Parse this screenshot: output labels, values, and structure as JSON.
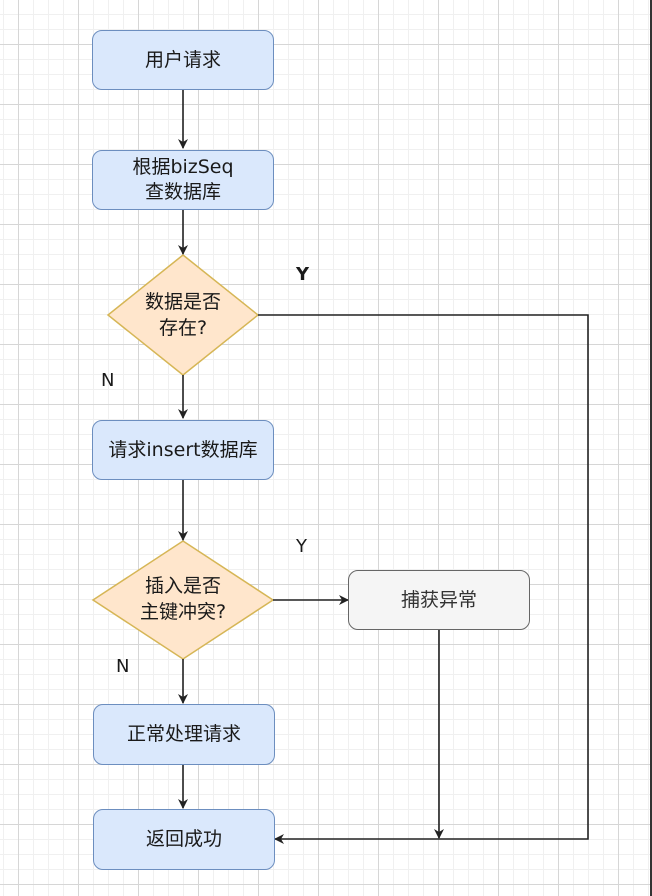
{
  "diagram": {
    "nodes": {
      "user_request": "用户请求",
      "query_db_line1": "根据bizSeq",
      "query_db_line2": "查数据库",
      "exists_line1": "数据是否",
      "exists_line2": "存在?",
      "insert_db": "请求insert数据库",
      "conflict_line1": "插入是否",
      "conflict_line2": "主键冲突?",
      "catch_exception": "捕获异常",
      "normal_process": "正常处理请求",
      "return_success": "返回成功"
    },
    "edge_labels": {
      "exists_yes": "Y",
      "exists_no": "N",
      "conflict_yes": "Y",
      "conflict_no": "N"
    },
    "colors": {
      "process_fill": "#dae8fc",
      "process_stroke": "#6c8ebf",
      "decision_fill": "#ffe6cc",
      "decision_stroke": "#d6b656",
      "exception_fill": "#f5f5f5",
      "exception_stroke": "#666666",
      "edge": "#222222"
    }
  }
}
